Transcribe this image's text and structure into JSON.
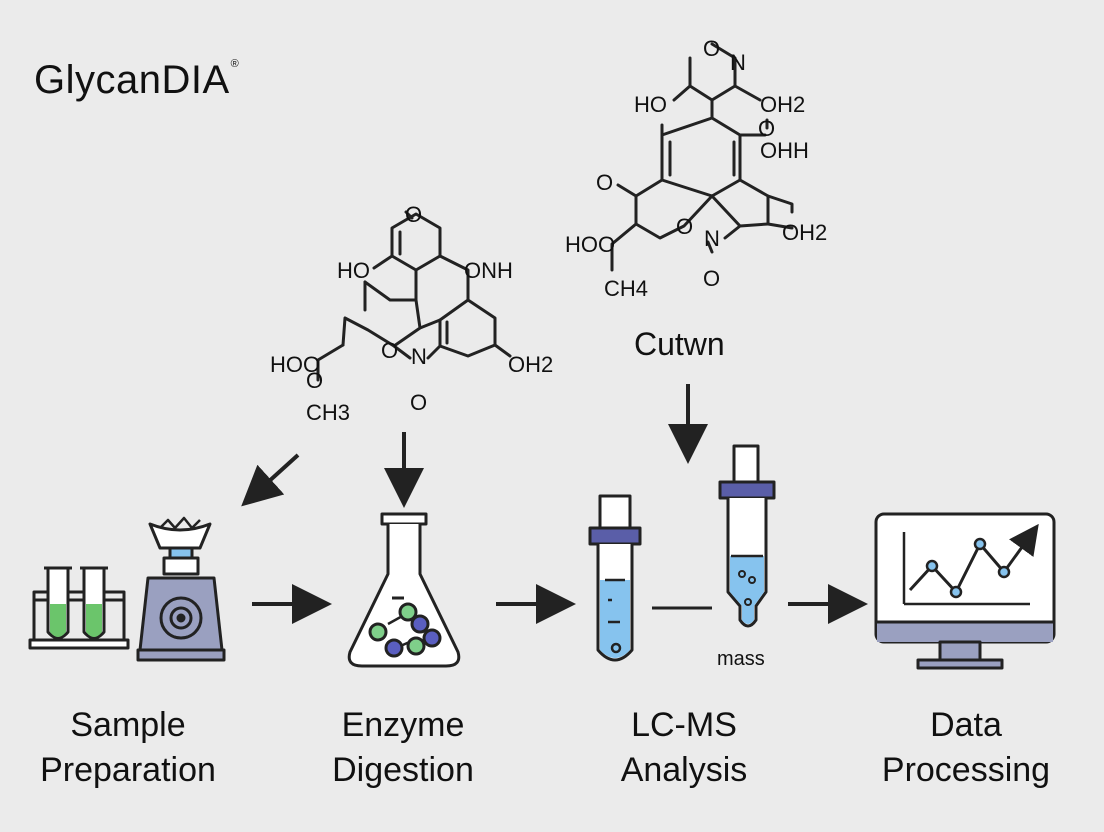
{
  "title": "GlycanDIA",
  "title_mark": "®",
  "molecule_caption": "Cutwn",
  "mass_label": "mass",
  "steps": [
    {
      "line1": "Sample",
      "line2": "Preparation"
    },
    {
      "line1": "Enzyme",
      "line2": "Digestion"
    },
    {
      "line1": "LC-MS",
      "line2": "Analysis"
    },
    {
      "line1": "Data",
      "line2": "Processing"
    }
  ],
  "molecule_left": {
    "atoms": [
      "O",
      "HO",
      "ONH",
      "O",
      "HOO",
      "O",
      "N",
      "O",
      "OH2",
      "CH3"
    ]
  },
  "molecule_right": {
    "atoms": [
      "O",
      "N",
      "HO",
      "OH2",
      "O",
      "OHH",
      "O",
      "HOO",
      "O",
      "N",
      "O",
      "OH2",
      "CH4"
    ]
  },
  "colors": {
    "background": "#ebebeb",
    "green_liquid": "#6bc56b",
    "blue_liquid": "#86c3ee",
    "cap": "#5a5ea8",
    "machine": "#9aa0c0",
    "molecule_green": "#7fcf8a",
    "molecule_blue": "#5a5ec0",
    "line": "#222222"
  }
}
